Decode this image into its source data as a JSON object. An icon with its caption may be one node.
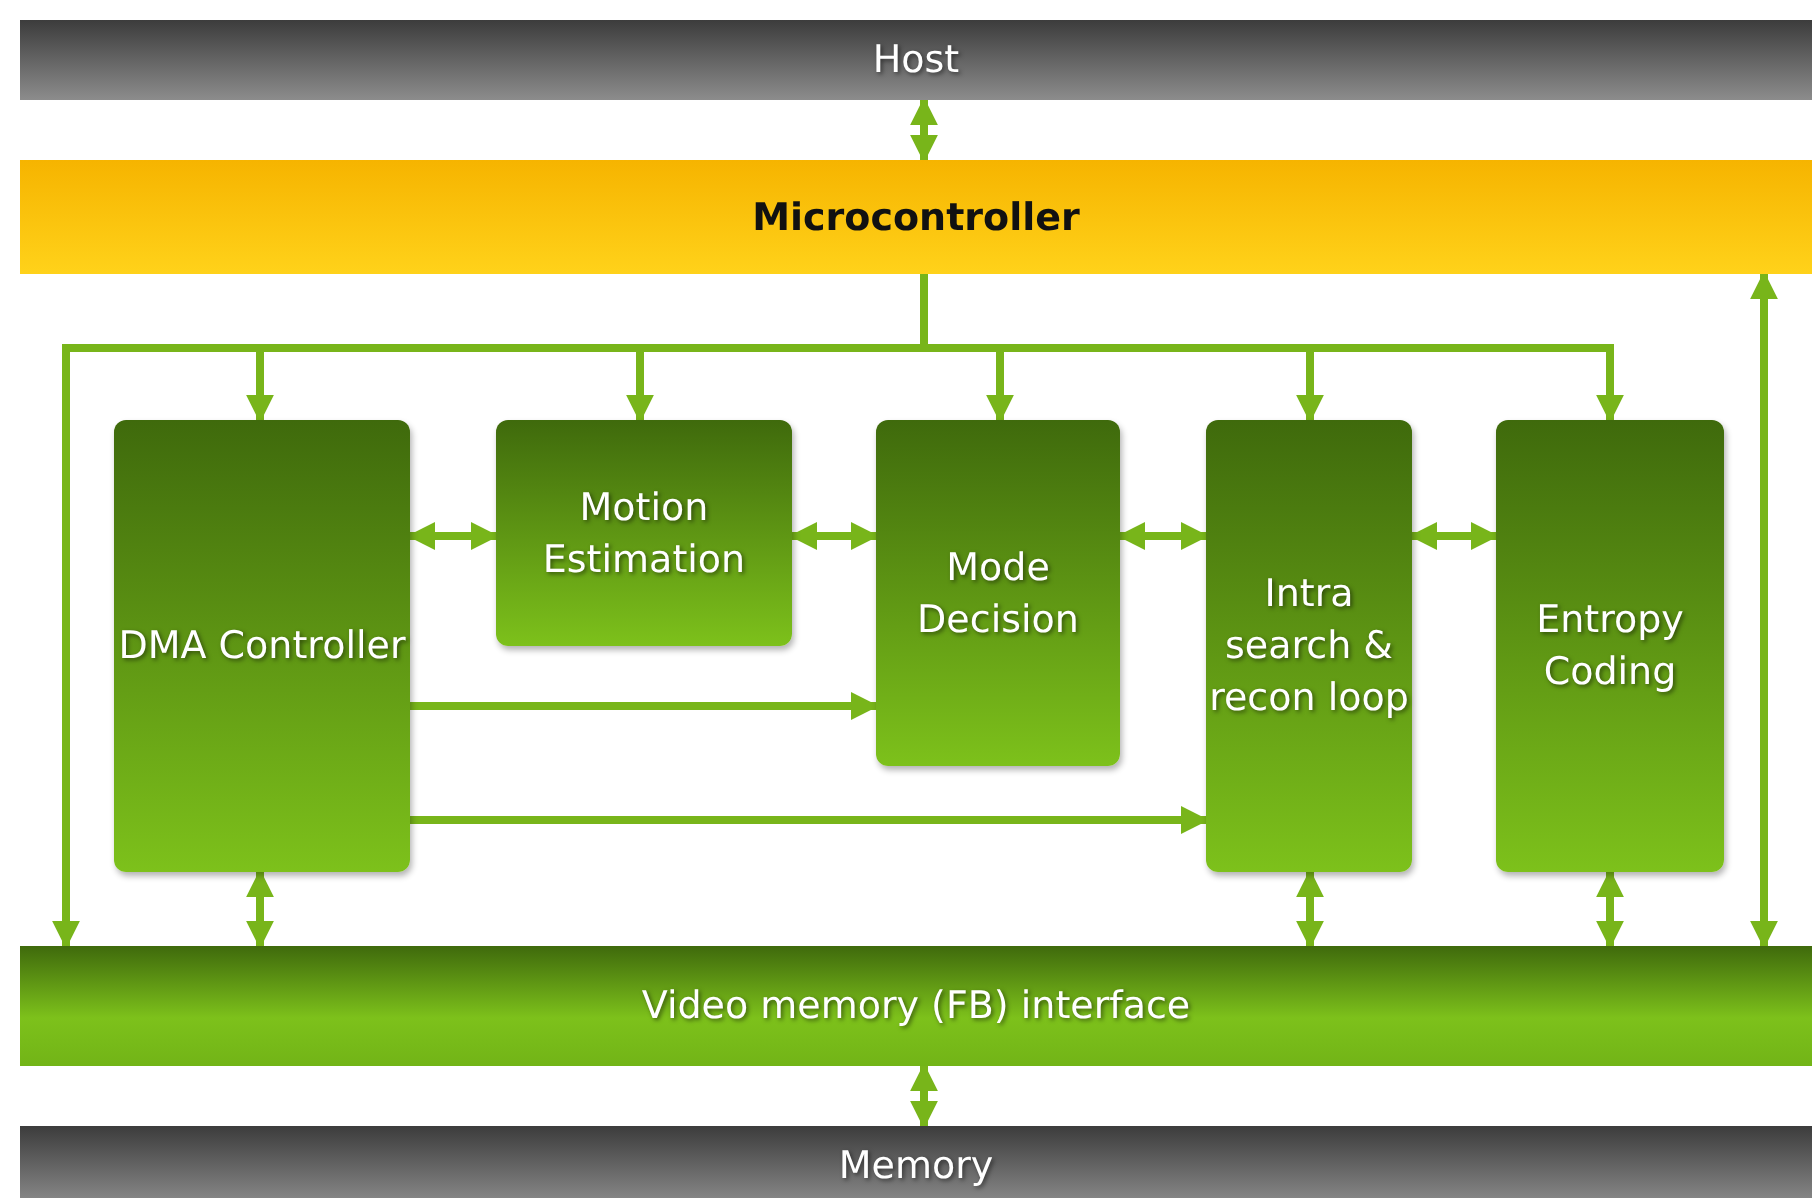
{
  "diagram": {
    "nodes": [
      {
        "text": [
          "Host"
        ]
      },
      {
        "text": [
          "Microcontroller"
        ]
      },
      {
        "text": [
          "DMA Controller"
        ]
      },
      {
        "text": [
          "Motion Estimation"
        ]
      },
      {
        "text": [
          "Mode Decision"
        ]
      },
      {
        "text": [
          "Intra search & recon loop"
        ]
      },
      {
        "text": [
          "Entropy Coding"
        ]
      },
      {
        "text": [
          "Video memory (FB) interface"
        ]
      },
      {
        "text": [
          "Memory"
        ]
      }
    ],
    "edges": [
      {
        "from": 0,
        "to": 1,
        "arrow": "both"
      },
      {
        "from": 1,
        "to": 2,
        "arrow": "to"
      },
      {
        "from": 1,
        "to": 3,
        "arrow": "to"
      },
      {
        "from": 1,
        "to": 4,
        "arrow": "to"
      },
      {
        "from": 1,
        "to": 5,
        "arrow": "to"
      },
      {
        "from": 1,
        "to": 6,
        "arrow": "to"
      },
      {
        "from": 1,
        "to": 7,
        "arrow": "to"
      },
      {
        "from": 1,
        "to": 7,
        "arrow": "both"
      },
      {
        "from": 2,
        "to": 3,
        "arrow": "both"
      },
      {
        "from": 3,
        "to": 4,
        "arrow": "both"
      },
      {
        "from": 4,
        "to": 5,
        "arrow": "both"
      },
      {
        "from": 5,
        "to": 6,
        "arrow": "both"
      },
      {
        "from": 2,
        "to": 4,
        "arrow": "to"
      },
      {
        "from": 2,
        "to": 5,
        "arrow": "to"
      },
      {
        "from": 2,
        "to": 7,
        "arrow": "both"
      },
      {
        "from": 5,
        "to": 7,
        "arrow": "both"
      },
      {
        "from": 6,
        "to": 7,
        "arrow": "both"
      },
      {
        "from": 7,
        "to": 8,
        "arrow": "both"
      }
    ]
  }
}
